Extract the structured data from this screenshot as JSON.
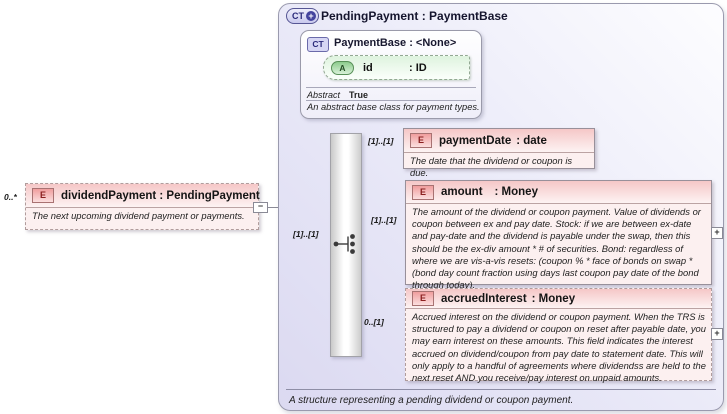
{
  "root": {
    "badge": "CT",
    "badge_plus": "+",
    "title": "PendingPayment : PaymentBase",
    "annotation": "A structure representing a pending dividend or coupon payment."
  },
  "base_type": {
    "badge": "CT",
    "title": "PaymentBase : <None>",
    "attribute": {
      "badge": "A",
      "name": "id",
      "type": ": ID"
    },
    "facet_label": "Abstract",
    "facet_value": "True",
    "annotation": "An abstract base class for payment types."
  },
  "source_element": {
    "multiplicity": "0..*",
    "badge": "E",
    "title": "dividendPayment : PendingPayment",
    "annotation": "The next upcoming dividend payment or payments.",
    "collapse_glyph": "−"
  },
  "sequence": {
    "in_multiplicity": "[1]..[1]"
  },
  "elements": [
    {
      "multiplicity": "[1]..[1]",
      "badge": "E",
      "name": "paymentDate",
      "type": ": date",
      "annotation": "The date that the dividend or coupon is due."
    },
    {
      "multiplicity": "[1]..[1]",
      "badge": "E",
      "name": "amount",
      "type": ": Money",
      "annotation": "The amount of the dividend or coupon payment. Value of dividends or coupon between ex and pay date. Stock: if we are between ex-date and pay-date and the dividend is payable under the swap, then this should be the ex-div amount * # of securities. Bond: regardless of where we are vis-a-vis resets: (coupon % * face of bonds on swap * (bond day count fraction using days last coupon pay date of the bond through today).",
      "expand_glyph": "+"
    },
    {
      "multiplicity": "0..[1]",
      "badge": "E",
      "name": "accruedInterest",
      "type": ": Money",
      "annotation": "Accrued interest on the dividend or coupon payment. When the TRS is structured to pay a dividend or coupon on reset after payable date, you may earn interest on these amounts. This field indicates the interest accrued on dividend/coupon from pay date to statement date. This will only apply to a handful of agreements where dividendss are held to the next reset AND you receive/pay interest on unpaid amounts.",
      "expand_glyph": "+"
    }
  ],
  "colors": {
    "container_lavender": "#dbd9f1",
    "element_pink_header": "#f5c7c7",
    "element_pink_body": "#fcf0f0",
    "attribute_green": "#def3de",
    "badge_blue": "#44449e",
    "line_gray": "#8a8a96"
  }
}
